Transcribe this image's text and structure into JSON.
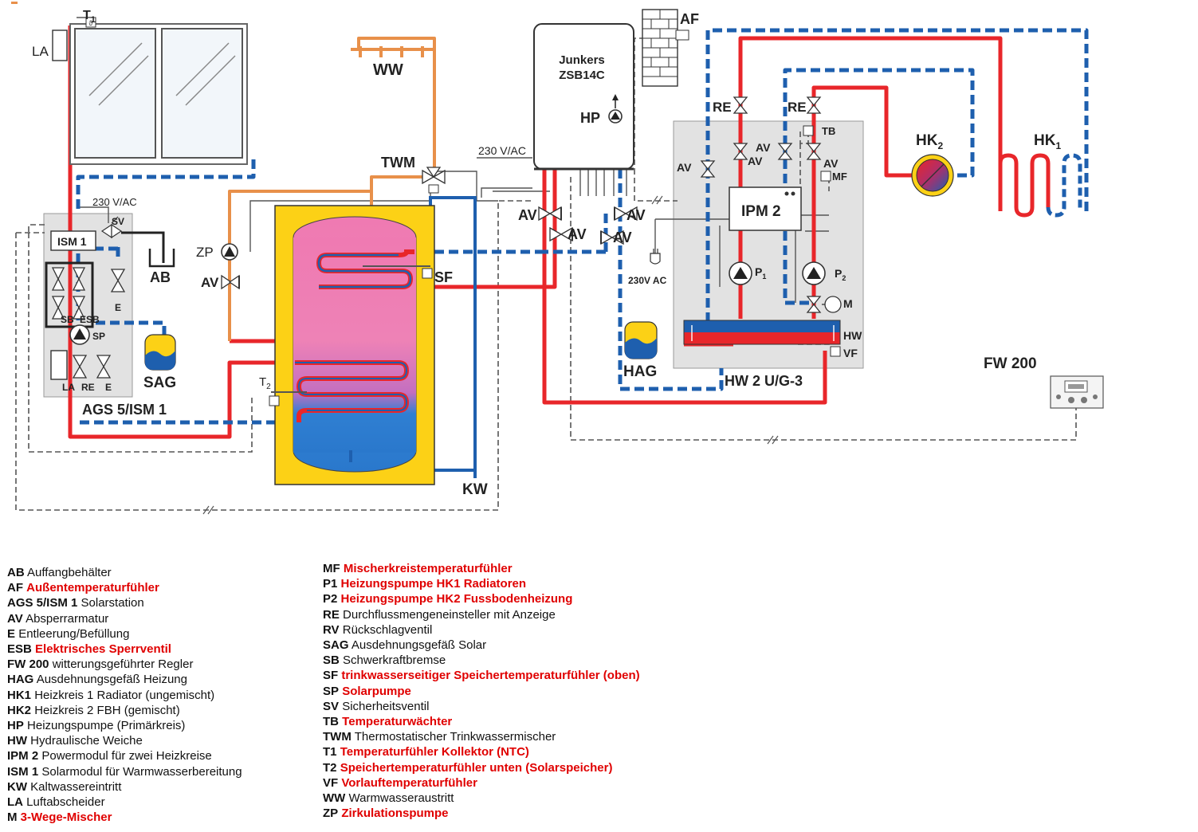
{
  "diagram": {
    "labels": {
      "t1": "T",
      "t1_sub": "1",
      "la_top": "LA",
      "ww": "WW",
      "boiler_name": "Junkers",
      "boiler_model": "ZSB14C",
      "hp": "HP",
      "af": "AF",
      "v230_boiler": "230 V/AC",
      "twm": "TWM",
      "v230_sol": "230 V/AC",
      "sv": "SV",
      "ism1": "ISM 1",
      "ab": "AB",
      "zp": "ZP",
      "av_zp": "AV",
      "sf": "SF",
      "e1": "E",
      "sb": "SB",
      "esb": "ESB",
      "sp": "SP",
      "sag": "SAG",
      "la_bottom": "LA",
      "re_sol": "RE",
      "e2": "E",
      "ags": "AGS 5/ISM 1",
      "t2": "T",
      "t2_sub": "2",
      "kw": "KW",
      "av_b1": "AV",
      "av_b2": "AV",
      "av_b3": "AV",
      "av_b4": "AV",
      "re1": "RE",
      "re2": "RE",
      "av_m1": "AV",
      "av_m2": "AV",
      "av_m3": "AV",
      "av_m4": "AV",
      "tb": "TB",
      "mf": "MF",
      "ipm2": "IPM 2",
      "p1": "P",
      "p1_sub": "1",
      "p2": "P",
      "p2_sub": "2",
      "m": "M",
      "hw": "HW",
      "vf": "VF",
      "v230_ipm": "230V AC",
      "hag": "HAG",
      "hw2": "HW 2 U/G-3",
      "hk2": "HK",
      "hk2_sub": "2",
      "hk1": "HK",
      "hk1_sub": "1",
      "fw200": "FW 200"
    }
  },
  "legend": {
    "left": [
      {
        "code": "AB",
        "text": "Auffangbehälter",
        "highlight": false
      },
      {
        "code": "AF",
        "text": "Außentemperaturfühler",
        "highlight": true
      },
      {
        "code": "AGS 5/ISM 1",
        "text": "Solarstation",
        "highlight": false
      },
      {
        "code": "AV",
        "text": "Absperrarmatur",
        "highlight": false
      },
      {
        "code": "E",
        "text": "Entleerung/Befüllung",
        "highlight": false
      },
      {
        "code": "ESB",
        "text": "Elektrisches Sperrventil",
        "highlight": true
      },
      {
        "code": "FW 200",
        "text": "witterungsgeführter Regler",
        "highlight": false
      },
      {
        "code": "HAG",
        "text": "Ausdehnungsgefäß Heizung",
        "highlight": false
      },
      {
        "code": "HK1",
        "text": "Heizkreis 1 Radiator (ungemischt)",
        "highlight": false
      },
      {
        "code": "HK2",
        "text": "Heizkreis 2 FBH (gemischt)",
        "highlight": false
      },
      {
        "code": "HP",
        "text": "Heizungspumpe (Primärkreis)",
        "highlight": false
      },
      {
        "code": "HW",
        "text": "Hydraulische Weiche",
        "highlight": false
      },
      {
        "code": "IPM 2",
        "text": "Powermodul für zwei Heizkreise",
        "highlight": false
      },
      {
        "code": "ISM 1",
        "text": "Solarmodul für Warmwasserbereitung",
        "highlight": false
      },
      {
        "code": "KW",
        "text": "Kaltwassereintritt",
        "highlight": false
      },
      {
        "code": "LA",
        "text": "Luftabscheider",
        "highlight": false
      },
      {
        "code": "M",
        "text": "3-Wege-Mischer",
        "highlight": true
      }
    ],
    "right": [
      {
        "code": "MF",
        "text": "Mischerkreistemperaturfühler",
        "highlight": true
      },
      {
        "code": "P1",
        "text": "Heizungspumpe HK1 Radiatoren",
        "highlight": true
      },
      {
        "code": "P2",
        "text": "Heizungspumpe HK2 Fussbodenheizung",
        "highlight": true
      },
      {
        "code": "RE",
        "text": "Durchflussmengeneinsteller mit Anzeige",
        "highlight": false
      },
      {
        "code": "RV",
        "text": "Rückschlagventil",
        "highlight": false
      },
      {
        "code": "SAG",
        "text": "Ausdehnungsgefäß Solar",
        "highlight": false
      },
      {
        "code": "SB",
        "text": "Schwerkraftbremse",
        "highlight": false
      },
      {
        "code": "SF",
        "text": "trinkwasserseitiger Speichertemperaturfühler (oben)",
        "highlight": true
      },
      {
        "code": "SP",
        "text": "Solarpumpe",
        "highlight": true
      },
      {
        "code": "SV",
        "text": "Sicherheitsventil",
        "highlight": false
      },
      {
        "code": "TB",
        "text": "Temperaturwächter",
        "highlight": true
      },
      {
        "code": "TWM",
        "text": "Thermostatischer Trinkwassermischer",
        "highlight": false
      },
      {
        "code": "T1",
        "text": "Temperaturfühler Kollektor (NTC)",
        "highlight": true
      },
      {
        "code": "T2",
        "text": "Speichertemperaturfühler unten (Solarspeicher)",
        "highlight": true
      },
      {
        "code": "VF",
        "text": "Vorlauftemperaturfühler",
        "highlight": true
      },
      {
        "code": "WW",
        "text": "Warmwasseraustritt",
        "highlight": false
      },
      {
        "code": "ZP",
        "text": "Zirkulationspumpe",
        "highlight": true
      }
    ]
  },
  "colors": {
    "supply": "#e8262a",
    "return": "#1e5fae",
    "hot_water": "#e8904a",
    "tank_jacket": "#fcd116",
    "tank_top": "#ef78b0",
    "tank_bottom": "#2d7bd0",
    "module_bg": "#e2e2e2",
    "highlight_text": "#e00000"
  }
}
